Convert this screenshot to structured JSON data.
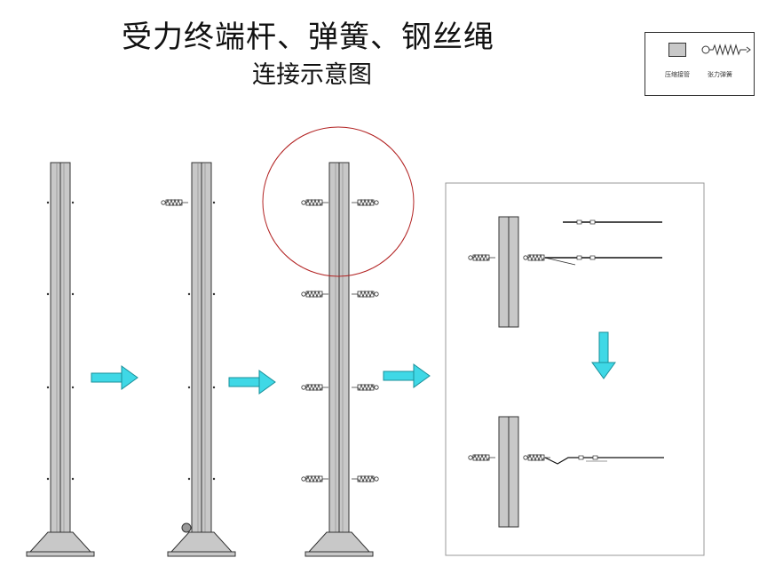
{
  "diagram": {
    "title": "受力终端杆、弹簧、钢丝绳",
    "subtitle": "连接示意图",
    "legend": {
      "items": [
        {
          "label": "压缩接管",
          "icon": "grey-square-icon"
        },
        {
          "label": "张力弹簧",
          "icon": "tension-spring-icon"
        }
      ]
    },
    "steps": 4,
    "colors": {
      "post_fill": "#c8c8c8",
      "outline": "#333333",
      "arrow": "#3fd8e6",
      "highlight_circle": "#b22222",
      "panel_border": "#999999"
    }
  }
}
